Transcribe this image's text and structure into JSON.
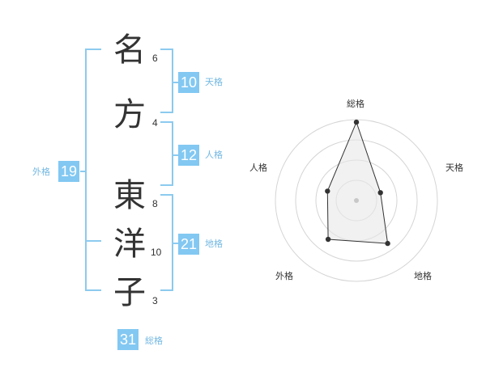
{
  "name_chars": [
    {
      "char": "名",
      "strokes": "6"
    },
    {
      "char": "方",
      "strokes": "4"
    },
    {
      "char": "東",
      "strokes": "8"
    },
    {
      "char": "洋",
      "strokes": "10"
    },
    {
      "char": "子",
      "strokes": "3"
    }
  ],
  "fortunes": {
    "ten": {
      "value": "10",
      "label": "天格"
    },
    "jin": {
      "value": "12",
      "label": "人格"
    },
    "chi": {
      "value": "21",
      "label": "地格"
    },
    "gai": {
      "value": "19",
      "label": "外格"
    },
    "so": {
      "value": "31",
      "label": "総格"
    }
  },
  "chart_data": {
    "type": "radar",
    "axes": [
      "総格",
      "天格",
      "地格",
      "外格",
      "人格"
    ],
    "values": [
      31,
      10,
      21,
      19,
      12
    ],
    "scale_max": 32,
    "rings": 4,
    "colors": {
      "accent": "#82c8f2",
      "line": "#333333",
      "fill": "#e8e8e8"
    }
  }
}
